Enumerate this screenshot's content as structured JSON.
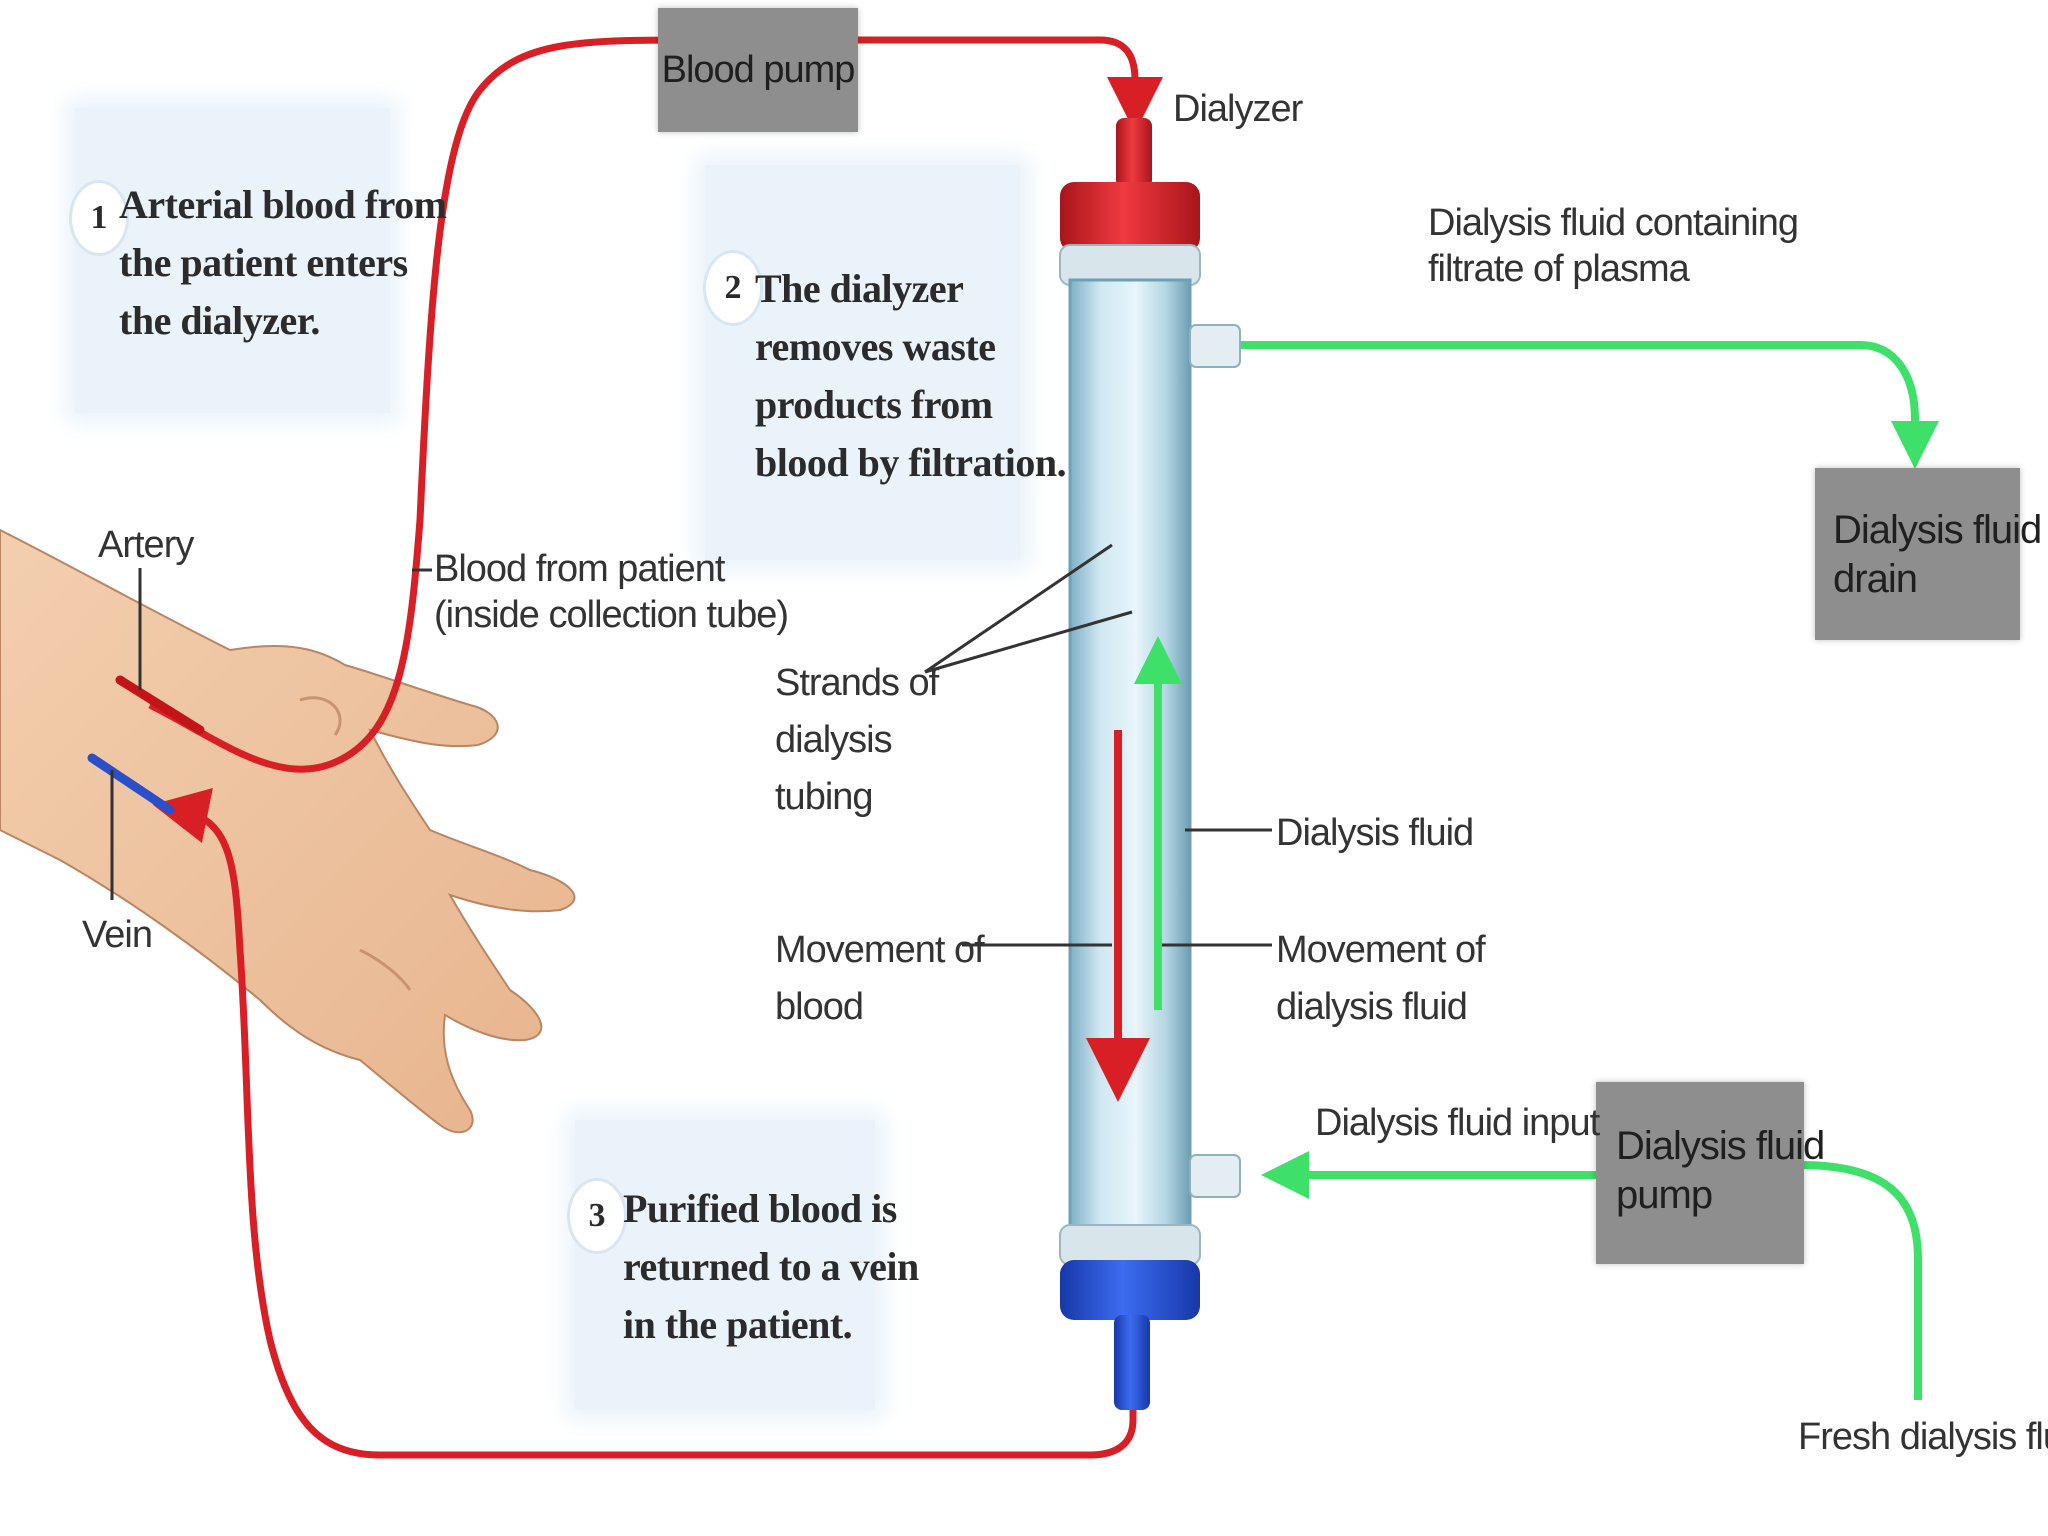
{
  "labels": {
    "blood_pump": "Blood pump",
    "dialyzer": "Dialyzer",
    "fluid_filtrate_line1": "Dialysis fluid containing",
    "fluid_filtrate_line2": "filtrate of plasma",
    "drain_line1": "Dialysis fluid",
    "drain_line2": "drain",
    "artery": "Artery",
    "vein": "Vein",
    "blood_from_patient_line1": "Blood from patient",
    "blood_from_patient_line2": "(inside collection tube)",
    "strands_line1": "Strands of",
    "strands_line2": "dialysis",
    "strands_line3": "tubing",
    "dialysis_fluid": "Dialysis fluid",
    "movement_blood_line1": "Movement of",
    "movement_blood_line2": "blood",
    "movement_fluid_line1": "Movement of",
    "movement_fluid_line2": "dialysis fluid",
    "fluid_input": "Dialysis fluid input",
    "fluid_pump_line1": "Dialysis fluid",
    "fluid_pump_line2": "pump",
    "fresh_fluid": "Fresh dialysis fluid"
  },
  "steps": [
    {
      "number": "1",
      "lines": [
        "Arterial blood from",
        "the patient enters",
        "the dialyzer."
      ]
    },
    {
      "number": "2",
      "lines": [
        "The dialyzer",
        "removes waste",
        "products from",
        "blood by filtration."
      ]
    },
    {
      "number": "3",
      "lines": [
        "Purified blood is",
        "returned to a vein",
        "in the patient."
      ]
    }
  ],
  "colors": {
    "blood": "#d91f26",
    "venous": "#2a4fc9",
    "dialysis_fluid": "#3ee06a",
    "box_gray": "#8e8e8e",
    "step_bg": "#eaf3fa"
  }
}
